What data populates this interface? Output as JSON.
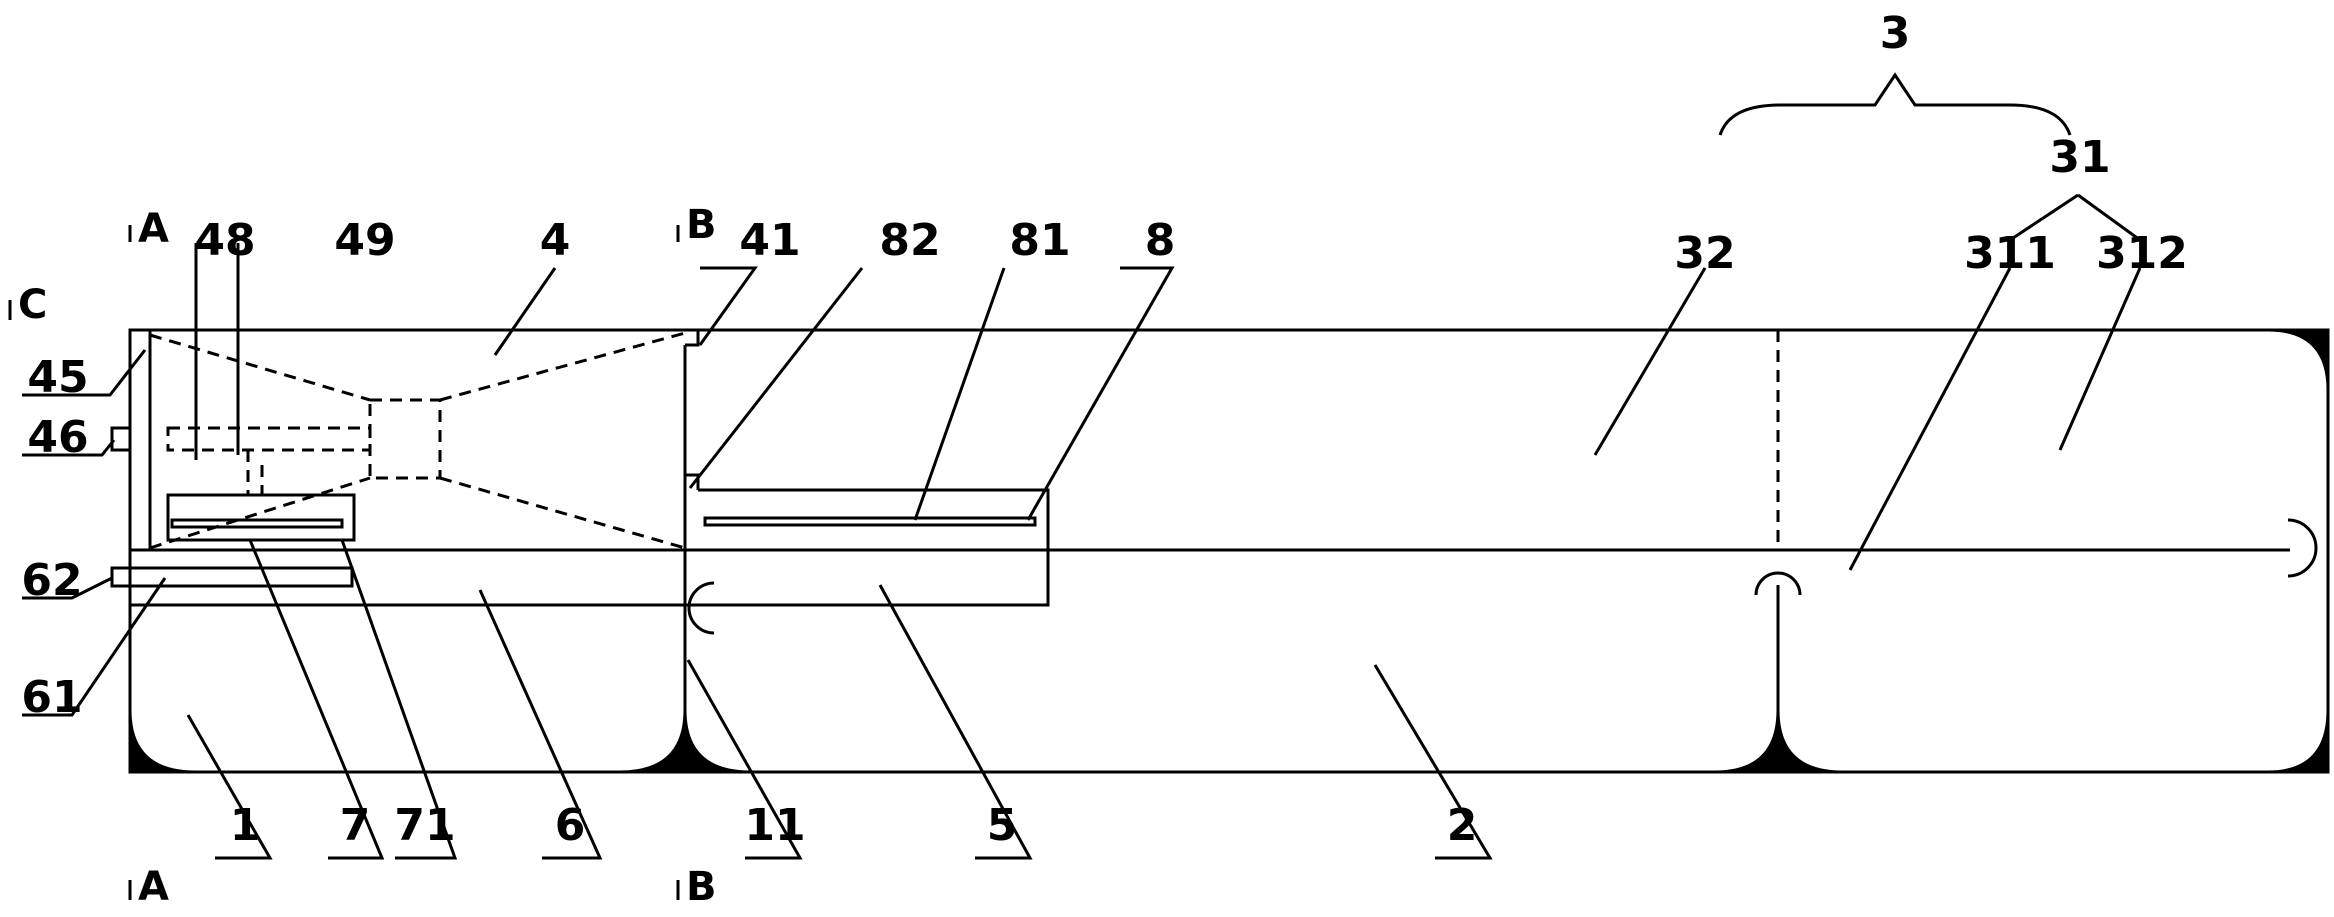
{
  "colors": {
    "ink": "#000000",
    "paper": "#ffffff"
  },
  "section_marks": {
    "a_top": "A",
    "b_top": "B",
    "c": "C",
    "a_bottom": "A",
    "b_bottom": "B"
  },
  "labels": {
    "l1": "1",
    "l2": "2",
    "l3": "3",
    "l4": "4",
    "l5": "5",
    "l6": "6",
    "l7": "7",
    "l8": "8",
    "l11": "11",
    "l31": "31",
    "l32": "32",
    "l41": "41",
    "l45": "45",
    "l46": "46",
    "l48": "48",
    "l49": "49",
    "l61": "61",
    "l62": "62",
    "l71": "71",
    "l81": "81",
    "l82": "82",
    "l311": "311",
    "l312": "312"
  }
}
